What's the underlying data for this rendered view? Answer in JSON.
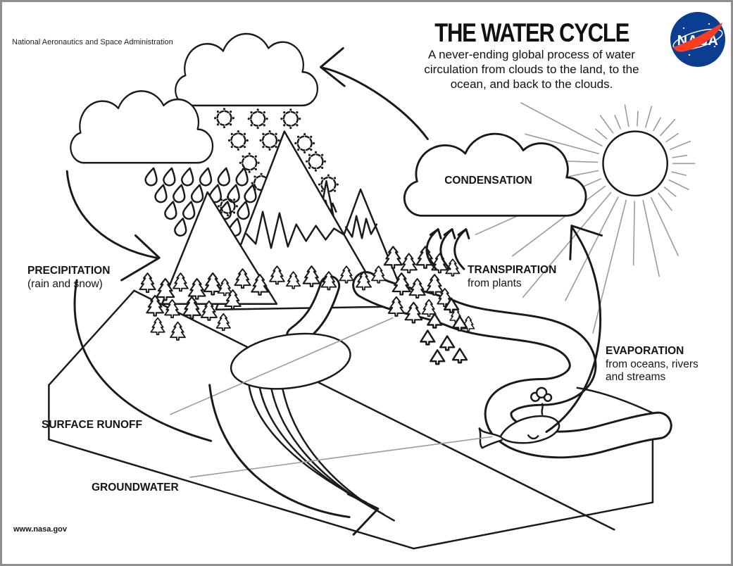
{
  "page": {
    "background": "#ffffff",
    "frame_color": "#8f8f8f"
  },
  "header": {
    "agency_name": "National Aeronautics and Space Administration",
    "title": "THE WATER CYCLE",
    "subtitle_lines": [
      "A never-ending global process of water",
      "circulation from clouds to the land, to the",
      "ocean, and back to the clouds."
    ],
    "nasa_logo": {
      "text": "NASA",
      "circle_color": "#0b3d91",
      "swoosh_color": "#fc3d21",
      "text_color": "#ffffff"
    }
  },
  "labels": {
    "precipitation": {
      "title": "PRECIPITATION",
      "subtitle": "(rain and snow)"
    },
    "condensation": {
      "title": "CONDENSATION"
    },
    "transpiration": {
      "title": "TRANSPIRATION",
      "subtitle": "from plants"
    },
    "evaporation": {
      "title": "EVAPORATION",
      "subtitle_lines": [
        "from oceans, rivers",
        "and streams"
      ]
    },
    "surface_runoff": {
      "title": "SURFACE RUNOFF"
    },
    "groundwater": {
      "title": "GROUNDWATER"
    }
  },
  "footer": {
    "url": "www.nasa.gov"
  },
  "artwork": {
    "line_color": "#1a1a1a",
    "sun_ray_color": "#9a9a9a",
    "leader_line_color": "#9a9a9a",
    "fill_color": "#ffffff"
  }
}
